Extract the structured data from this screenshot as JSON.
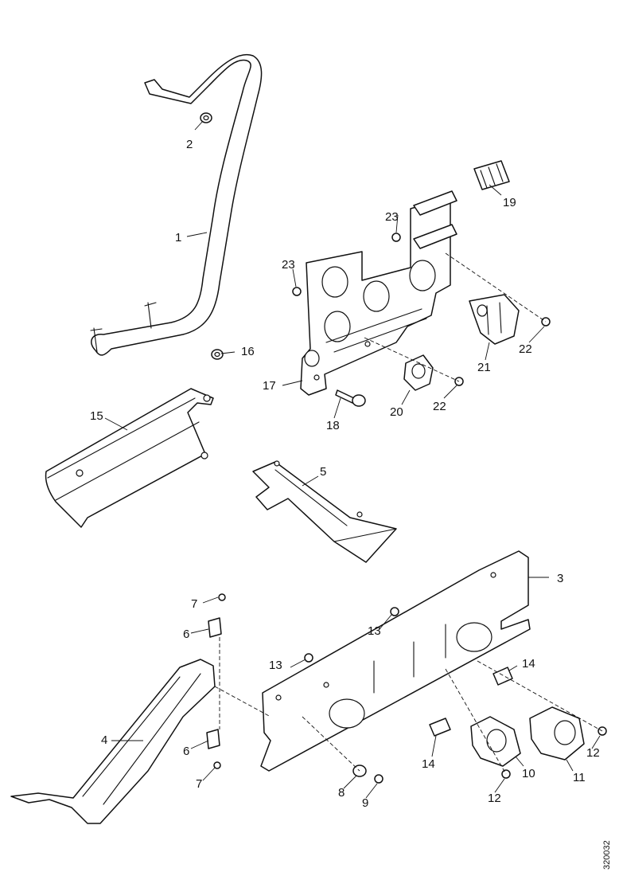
{
  "diagram": {
    "reference": "320032",
    "callouts": [
      "1",
      "2",
      "3",
      "4",
      "5",
      "6",
      "6",
      "7",
      "7",
      "8",
      "9",
      "10",
      "11",
      "12",
      "12",
      "13",
      "13",
      "14",
      "14",
      "15",
      "16",
      "17",
      "18",
      "19",
      "20",
      "21",
      "22",
      "22",
      "23",
      "23"
    ]
  }
}
